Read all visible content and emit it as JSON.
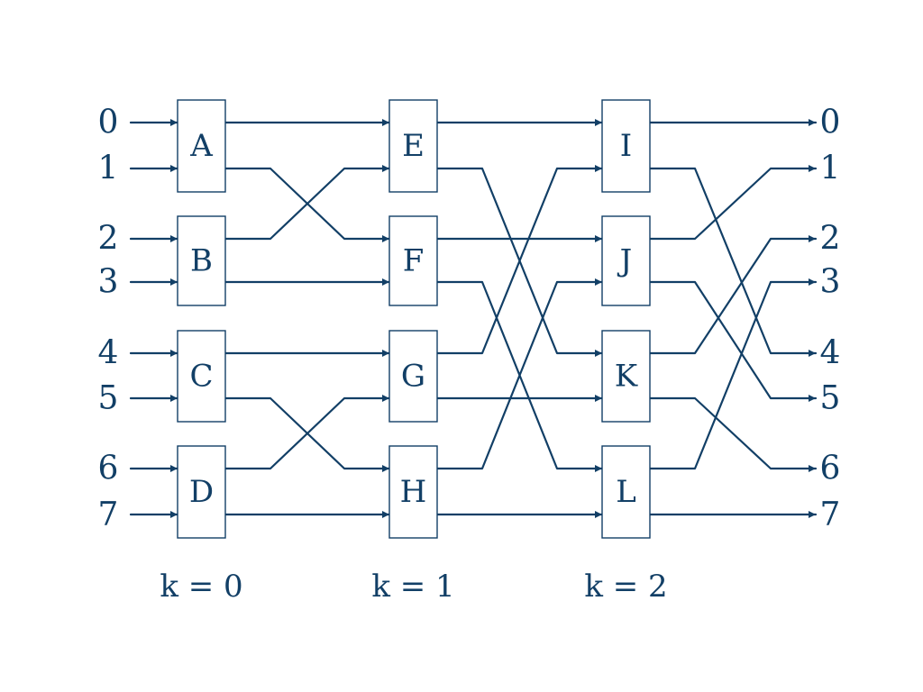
{
  "diagram": {
    "type": "butterfly-network",
    "colors": {
      "ink": "#123f66"
    },
    "inputs": [
      "0",
      "1",
      "2",
      "3",
      "4",
      "5",
      "6",
      "7"
    ],
    "outputs": [
      "0",
      "1",
      "2",
      "3",
      "4",
      "5",
      "6",
      "7"
    ],
    "stages": [
      {
        "label": "k = 0",
        "boxes": [
          "A",
          "B",
          "C",
          "D"
        ]
      },
      {
        "label": "k = 1",
        "boxes": [
          "E",
          "F",
          "G",
          "H"
        ]
      },
      {
        "label": "k = 2",
        "boxes": [
          "I",
          "J",
          "K",
          "L"
        ]
      }
    ],
    "connections": [
      [
        0,
        2,
        1,
        3,
        4,
        6,
        5,
        7
      ],
      [
        0,
        4,
        2,
        6,
        1,
        5,
        3,
        7
      ],
      [
        0,
        4,
        1,
        5,
        2,
        6,
        3,
        7
      ]
    ]
  }
}
